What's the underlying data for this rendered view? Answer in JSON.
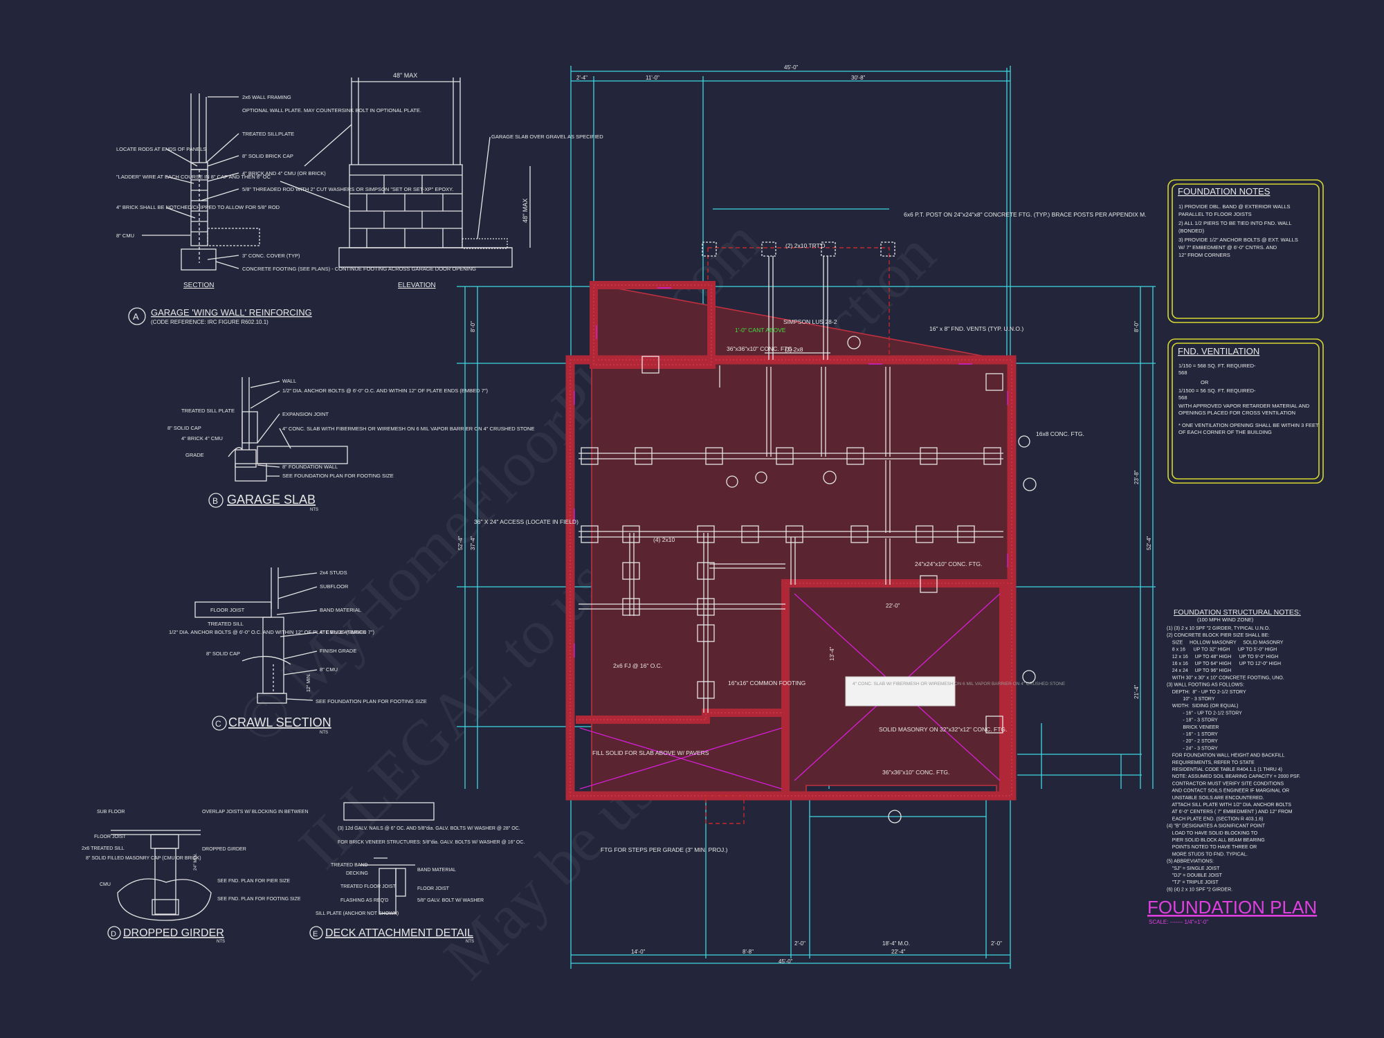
{
  "plan": {
    "title": "FOUNDATION PLAN",
    "scale": "SCALE: ------- 1/4\"=1'-0\"",
    "dims": {
      "top_overall": "45'-0\"",
      "top_a": "2'-4\"",
      "top_b": "11'-0\"",
      "top_c": "30'-8\"",
      "bottom_overall": "45'-0\"",
      "bottom_a": "14'-0\"",
      "bottom_b": "8'-8\"",
      "bottom_c": "22'-4\"",
      "bottom_d": "2'-0\"",
      "bottom_e": "18'-4\" M.O.",
      "bottom_f": "2'-0\"",
      "left_overall": "52'-4\"",
      "left_a": "8'-0\"",
      "left_b": "37'-4\"",
      "right_overall": "52'-4\"",
      "right_a": "8'-0\"",
      "right_b": "23'-8\"",
      "right_c": "21'-4\"",
      "garage_w": "22'-0\"",
      "garage_d": "13'-4\""
    },
    "notes": [
      "6x6 P.T. POST ON 24\"x24\"x8\" CONCRETE FTG. (TYP.) BRACE POSTS PER APPENDIX M.",
      "16\" x 8\" FND. VENTS (TYP. U.N.O.)",
      "16x8 CONC. FTG.",
      "36\" X 24\" ACCESS (LOCATE IN FIELD)",
      "24\"x24\"x10\" CONC. FTG.",
      "SOLID MASONRY ON 32\"x32\"x12\" CONC. FTG.",
      "36\"x36\"x10\" CONC. FTG.",
      "FILL SOLID FOR SLAB ABOVE W/ PAVERS",
      "FTG FOR STEPS PER GRADE (3\" MIN. PROJ.)",
      "1'-0\" CANT ABOVE",
      "SIMPSON LUS 28-2",
      "(2) 2x8",
      "(2) 2x10 TRT'D",
      "36\"x36\"x10\" CONC. FTG.",
      "16\"x16\" COMMON FOOTING",
      "(4) 2x10",
      "2x6 FJ @ 16\" O.C.",
      "4\" CONC. SLAB W/ FIBERMESH OR WIREMESH ON 6 MIL VAPOR BARRIER ON 4\" CRUSHED STONE"
    ]
  },
  "foundation_notes": {
    "title": "FOUNDATION NOTES",
    "items": [
      "1) PROVIDE DBL. BAND @ EXTERIOR WALLS",
      "   PARALLEL TO FLOOR JOISTS",
      "2) ALL 1/2 PIERS TO BE TIED INTO FND. WALL",
      "   (BONDED)",
      "3) PROVIDE 1/2\" ANCHOR BOLTS @ EXT. WALLS",
      "   W/ 7\" EMBEDMENT @ 6'-0\" CNTRS. AND",
      "   12\" FROM CORNERS"
    ]
  },
  "fnd_ventilation": {
    "title": "FND. VENTILATION",
    "items": [
      "1/150 = 568 SQ. FT. REQUIRED-",
      "568",
      "OR",
      "1/1500 = 56 SQ. FT. REQUIRED-",
      "568",
      "WITH APPROVED VAPOR RETARDER MATERIAL AND",
      "OPENINGS PLACED FOR CROSS VENTILATION",
      "",
      "* ONE VENTILATION OPENING SHALL BE WITHIN 3 FEET",
      "  OF EACH CORNER OF THE BUILDING"
    ]
  },
  "structural_notes": {
    "title": "FOUNDATION STRUCTURAL NOTES:",
    "subtitle": "(100 MPH WIND ZONE)",
    "items": [
      "(1) (3) 2 x 10 SPF \"2 GIRDER, TYPICAL U.N.O.",
      "(2) CONCRETE BLOCK PIER SIZE SHALL BE:",
      "    SIZE     HOLLOW MASONRY     SOLID MASONRY",
      "    8 x 16      UP TO 32\" HIGH      UP TO 5'-0\" HIGH",
      "    12 x 16     UP TO 48\" HIGH      UP TO 9'-0\" HIGH",
      "    16 x 16     UP TO 64\" HIGH      UP TO 12'-0\" HIGH",
      "    24 x 24     UP TO 96\" HIGH",
      "    WITH 30\" x 30\" x 10\" CONCRETE FOOTING, UNO.",
      "(3) WALL FOOTING AS FOLLOWS:",
      "    DEPTH:  8\" - UP TO 2-1/2 STORY",
      "            10\" - 3 STORY",
      "    WIDTH:  SIDING (OR EQUAL)",
      "            - 16\" - UP TO 2-1/2 STORY",
      "            - 18\" - 3 STORY",
      "            BRICK VENEER",
      "            - 16\" - 1 STORY",
      "            - 20\" - 2 STORY",
      "            - 24\" - 3 STORY",
      "    FOR FOUNDATION WALL HEIGHT AND BACKFILL",
      "    REQUIREMENTS, REFER TO STATE",
      "    RESIDENTIAL CODE TABLE R404.1.1 (1 THRU 4)",
      "    NOTE: ASSUMED SOIL BEARING CAPACITY = 2000 PSF.",
      "    CONTRACTOR MUST VERIFY SITE CONDITIONS",
      "    AND CONTACT SOILS ENGINEER IF MARGINAL OR",
      "    UNSTABLE SOILS ARE ENCOUNTERED.",
      "    ATTACH SILL PLATE WITH 1/2\" DIA. ANCHOR BOLTS",
      "    AT 6'-0\" CENTERS ( 7\" EMBEDMENT ) AND 12\" FROM",
      "    EACH PLATE END. (SECTION R 403.1.6)",
      "(4) \"B\" DESIGNATES A SIGNIFICANT POINT",
      "    LOAD TO HAVE SOLID BLOCKING TO",
      "    PIER SOLID BLOCK ALL BEAM BEARING",
      "    POINTS NOTED TO HAVE THREE OR",
      "    MORE STUDS TO FND. TYPICAL.",
      "(5) ABBREVIATIONS:",
      "    \"SJ\" = SINGLE JOIST",
      "    \"DJ\" = DOUBLE JOIST",
      "    \"TJ\" = TRIPLE JOIST",
      "(6) (4) 2 x 10 SPF \"2 GIRDER."
    ]
  },
  "details": {
    "a": {
      "letter": "A",
      "title": "GARAGE 'WING WALL' REINFORCING",
      "subtitle": "(CODE REFERENCE: IRC FIGURE R602.10.1)",
      "section_label": "SECTION",
      "elevation_label": "ELEVATION",
      "max_label": "48\" MAX",
      "max_label_v": "48\" MAX",
      "callouts": [
        "2x6 WALL FRAMING",
        "OPTIONAL WALL PLATE. MAY COUNTERSINK BOLT IN OPTIONAL PLATE.",
        "TREATED SILLPLATE",
        "8\" SOLID BRICK CAP",
        "4\" BRICK AND 4\" CMU (OR BRICK)",
        "5/8\" THREADED ROD WITH 2\" CUT WASHERS OR SIMPSON \"SET OR SET-XP\" EPOXY.",
        "3\" CONC. COVER (TYP)",
        "CONCRETE FOOTING (SEE PLANS) - CONTINUE FOOTING ACROSS GARAGE DOOR OPENING",
        "LOCATE RODS AT ENDS OF PANELS",
        "\"LADDER\" WIRE AT EACH COURSE IN 8\" CAP AND THEN 8\" OC",
        "4\" BRICK SHALL BE NOTCHED/CHIPPED TO ALLOW FOR 5/8\" ROD",
        "8\" CMU",
        "GARAGE SLAB OVER GRAVEL AS SPECIFIED"
      ]
    },
    "b": {
      "letter": "B",
      "title": "GARAGE SLAB",
      "nts": "NTS",
      "callouts": [
        "WALL",
        "1/2\" DIA. ANCHOR BOLTS @ 6'-0\" O.C. AND WITHIN 12\" OF PLATE ENDS (EMBED 7\")",
        "EXPANSION JOINT",
        "4\" CONC. SLAB WITH FIBERMESH OR WIREMESH ON 6 MIL VAPOR BARRIER ON 4\" CRUSHED STONE",
        "8\" FOUNDATION WALL",
        "SEE FOUNDATION PLAN FOR FOOTING SIZE",
        "TREATED SILL PLATE",
        "8\" SOLID CAP",
        "4\" BRICK 4\" CMU",
        "GRADE"
      ]
    },
    "c": {
      "letter": "C",
      "title": "CRAWL SECTION",
      "nts": "NTS",
      "callouts": [
        "2x4 STUDS",
        "SUBFLOOR",
        "FLOOR JOIST",
        "BAND MATERIAL",
        "TREATED SILL",
        "1/2\" DIA. ANCHOR BOLTS @ 6'-0\" O.C. AND WITHIN 12\" OF PLATE ENDS (EMBED 7\")",
        "4\" CMU & 4\" BRICK",
        "8\" SOLID CAP",
        "FINISH GRADE",
        "8\" CMU",
        "SEE FOUNDATION PLAN FOR FOOTING SIZE",
        "12\" MIN."
      ]
    },
    "d": {
      "letter": "D",
      "title": "DROPPED GIRDER",
      "nts": "NTS",
      "callouts": [
        "SUB FLOOR",
        "OVERLAP JOISTS W/ BLOCKING IN BETWEEN",
        "FLOOR JOIST",
        "2x6 TREATED SILL",
        "DROPPED GIRDER",
        "8\" SOLID FILLED MASONRY CAP (CMU OR BRICK)",
        "CMU",
        "SEE FND. PLAN FOR PIER SIZE",
        "SEE FND. PLAN FOR FOOTING SIZE",
        "24\" MIN."
      ]
    },
    "e": {
      "letter": "E",
      "title": "DECK ATTACHMENT DETAIL",
      "nts": "NTS",
      "callouts": [
        "(3) 12d GALV. NAILS @ 6\" OC. AND 5/8\"dia. GALV. BOLTS W/ WASHER @ 28\" OC.",
        "FOR BRICK VENEER STRUCTURES: 5/8\"dia. GALV. BOLTS W/ WASHER @ 16\" OC.",
        "TREATED BAND",
        "DECKING",
        "BAND MATERIAL",
        "TREATED FLOOR JOIST",
        "FLOOR JOIST",
        "FLASHING AS REQ'D",
        "5/8\" GALV. BOLT W/ WASHER",
        "SILL PLATE (ANCHOR NOT SHOWN)"
      ]
    }
  },
  "watermark": [
    "© MyHomeFloorPlans.com",
    "ILLEGAL to use for Construction",
    "May be used for illustrations"
  ],
  "colors": {
    "background": "#23263a",
    "dimension": "#3fd8e0",
    "linework": "#e6e6e6",
    "accent": "#d020d0",
    "wall": "#c03040",
    "notes_border": "#d8d830"
  }
}
